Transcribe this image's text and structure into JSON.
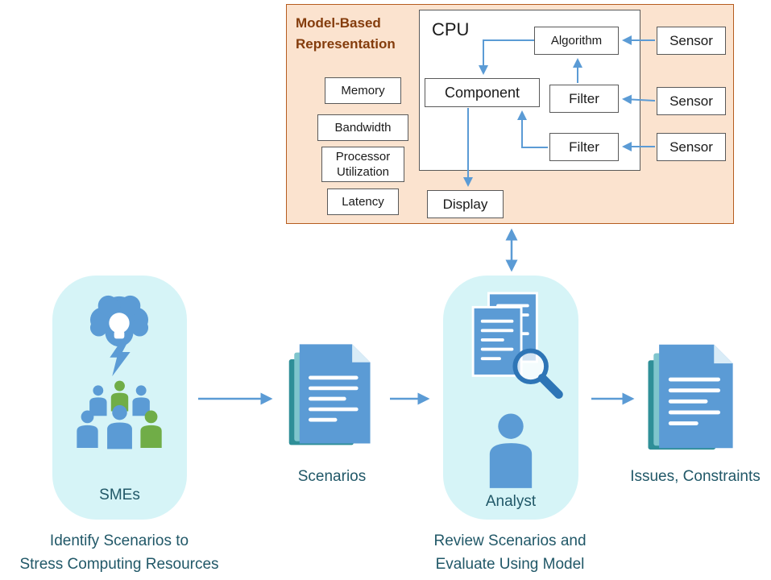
{
  "model": {
    "title": "Model-Based Representation",
    "cpu_label": "CPU",
    "nodes": {
      "algorithm": "Algorithm",
      "component": "Component",
      "filter_top": "Filter",
      "filter_bottom": "Filter",
      "display": "Display"
    },
    "metrics": [
      "Memory",
      "Bandwidth",
      "Processor Utilization",
      "Latency"
    ],
    "sensors": [
      "Sensor",
      "Sensor",
      "Sensor"
    ]
  },
  "flow": {
    "smes": {
      "label": "SMEs",
      "caption": [
        "Identify Scenarios to",
        "Stress Computing Resources"
      ]
    },
    "scenarios_label": "Scenarios",
    "analyst": {
      "label": "Analyst",
      "caption": [
        "Review Scenarios and",
        "Evaluate Using Model"
      ]
    },
    "issues_label": "Issues, Constraints"
  },
  "icons": {
    "brain": "brain-lightbulb-icon",
    "crowd": "people-group-icon",
    "scenarios": "document-stack-icon",
    "analyst_docs": "documents-magnifier-icon",
    "analyst_person": "person-icon",
    "issues": "document-stack-icon"
  },
  "colors": {
    "peach_fill": "#fbe3cf",
    "peach_border": "#b65c1f",
    "node_border": "#595959",
    "title_text": "#843c0c",
    "arrow_blue": "#5b9bd5",
    "teal_text": "#215868",
    "card_cyan": "#d6f4f7",
    "icon_blue": "#5b9bd5",
    "icon_green": "#70ad47",
    "doc_teal": "#2f8f98",
    "magnifier_blue": "#2e75b6"
  }
}
